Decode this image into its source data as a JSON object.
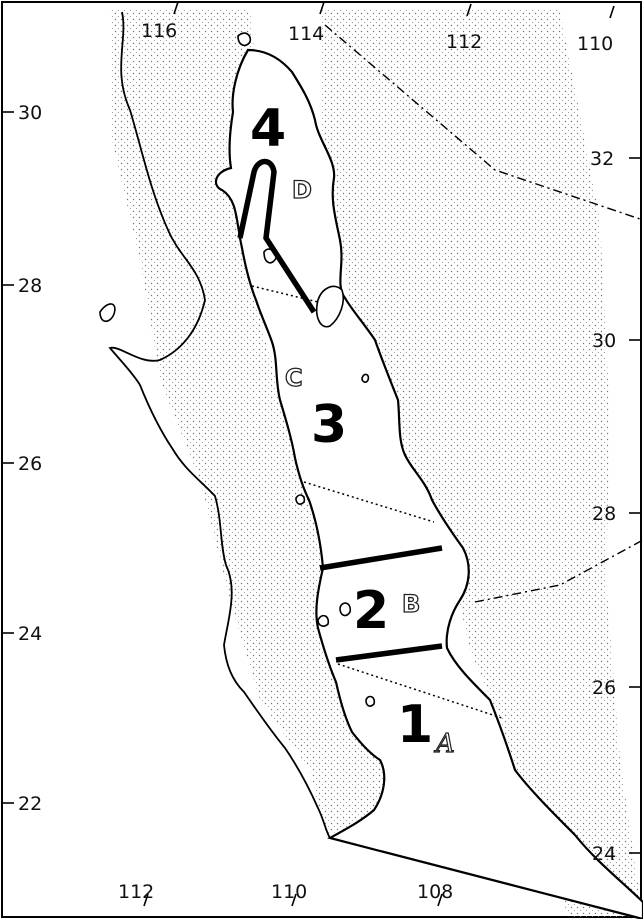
{
  "map": {
    "ink_color": "#000000",
    "paper_color": "#ffffff",
    "shore_stipple_color": "#777777",
    "top_longitude_labels": [
      "116",
      "114",
      "112",
      "110"
    ],
    "bottom_longitude_labels": [
      "112",
      "110",
      "108"
    ],
    "left_latitude_labels": [
      "30",
      "28",
      "26",
      "24",
      "22"
    ],
    "right_latitude_labels": [
      "32",
      "30",
      "28",
      "26",
      "24"
    ],
    "regions": [
      {
        "number": "1",
        "letter": "A"
      },
      {
        "number": "2",
        "letter": "B"
      },
      {
        "number": "3",
        "letter": "C"
      },
      {
        "number": "4",
        "letter": "D"
      }
    ]
  }
}
